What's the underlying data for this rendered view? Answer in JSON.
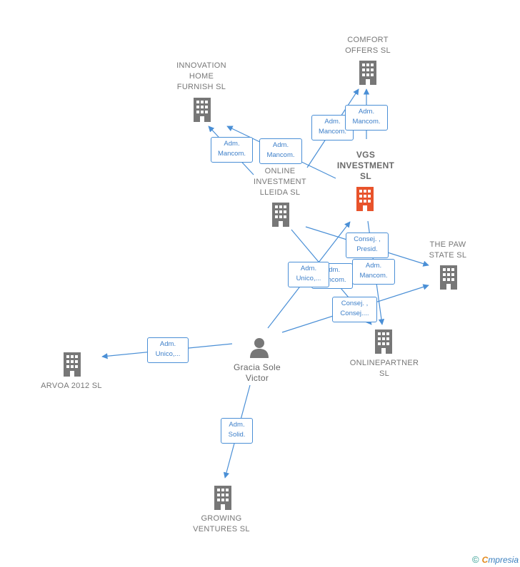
{
  "nodes": {
    "comfort": "COMFORT\nOFFERS SL",
    "innovation": "INNOVATION\nHOME\nFURNISH  SL",
    "vgs": "VGS\nINVESTMENT\nSL",
    "online_lleida": "ONLINE\nINVESTMENT\nLLEIDA  SL",
    "paw": "THE PAW\nSTATE  SL",
    "onlinepartner": "ONLINEPARTNER\nSL",
    "arvoa": "ARVOA 2012 SL",
    "gracia": "Gracia Sole\nVictor",
    "growing": "GROWING\nVENTURES SL"
  },
  "edges": {
    "e1": "Adm.\nMancom.",
    "e2": "Adm.\nMancom.",
    "e3": "Adm.\nMancom.",
    "e4": "Adm.\nMancom.",
    "e5": "Consej. ,\nPresid.",
    "e6": "Adm.\nMancom.",
    "e7": "Adm.\nMancom.",
    "e8": "Adm.\nUnico,...",
    "e9": "Consej. ,\nConsej....",
    "e10": "Adm.\nUnico,...",
    "e11": "Adm.\nSolid."
  },
  "footer": {
    "copyright": "©",
    "brand_first": "C",
    "brand_rest": "mpresia"
  },
  "colors": {
    "edge": "#4a8fd6",
    "building": "#777777",
    "highlight": "#e8532b"
  }
}
